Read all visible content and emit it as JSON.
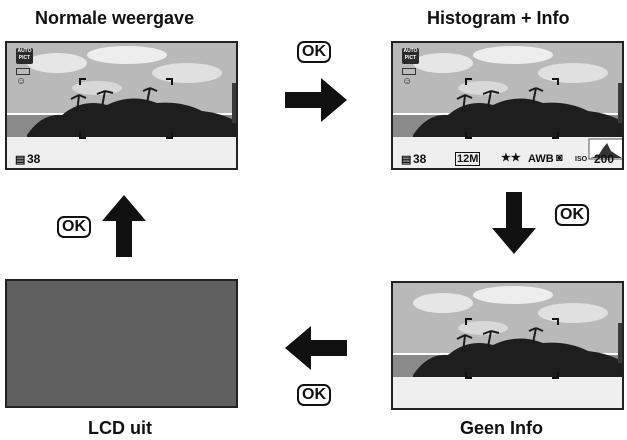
{
  "titles": {
    "normal": "Normale weergave",
    "histogram": "Histogram + Info",
    "lcd_off": "LCD uit",
    "no_info": "Geen Info"
  },
  "ok_label": "OK",
  "osd": {
    "mode_badge": "AUTO PICT",
    "shots_remaining": "38",
    "resolution": "12M",
    "quality": "★★",
    "white_balance": "AWB",
    "iso_label": "ISO",
    "iso_value": "200"
  },
  "colors": {
    "lcd_off": "#606060",
    "arrow": "#111111"
  }
}
